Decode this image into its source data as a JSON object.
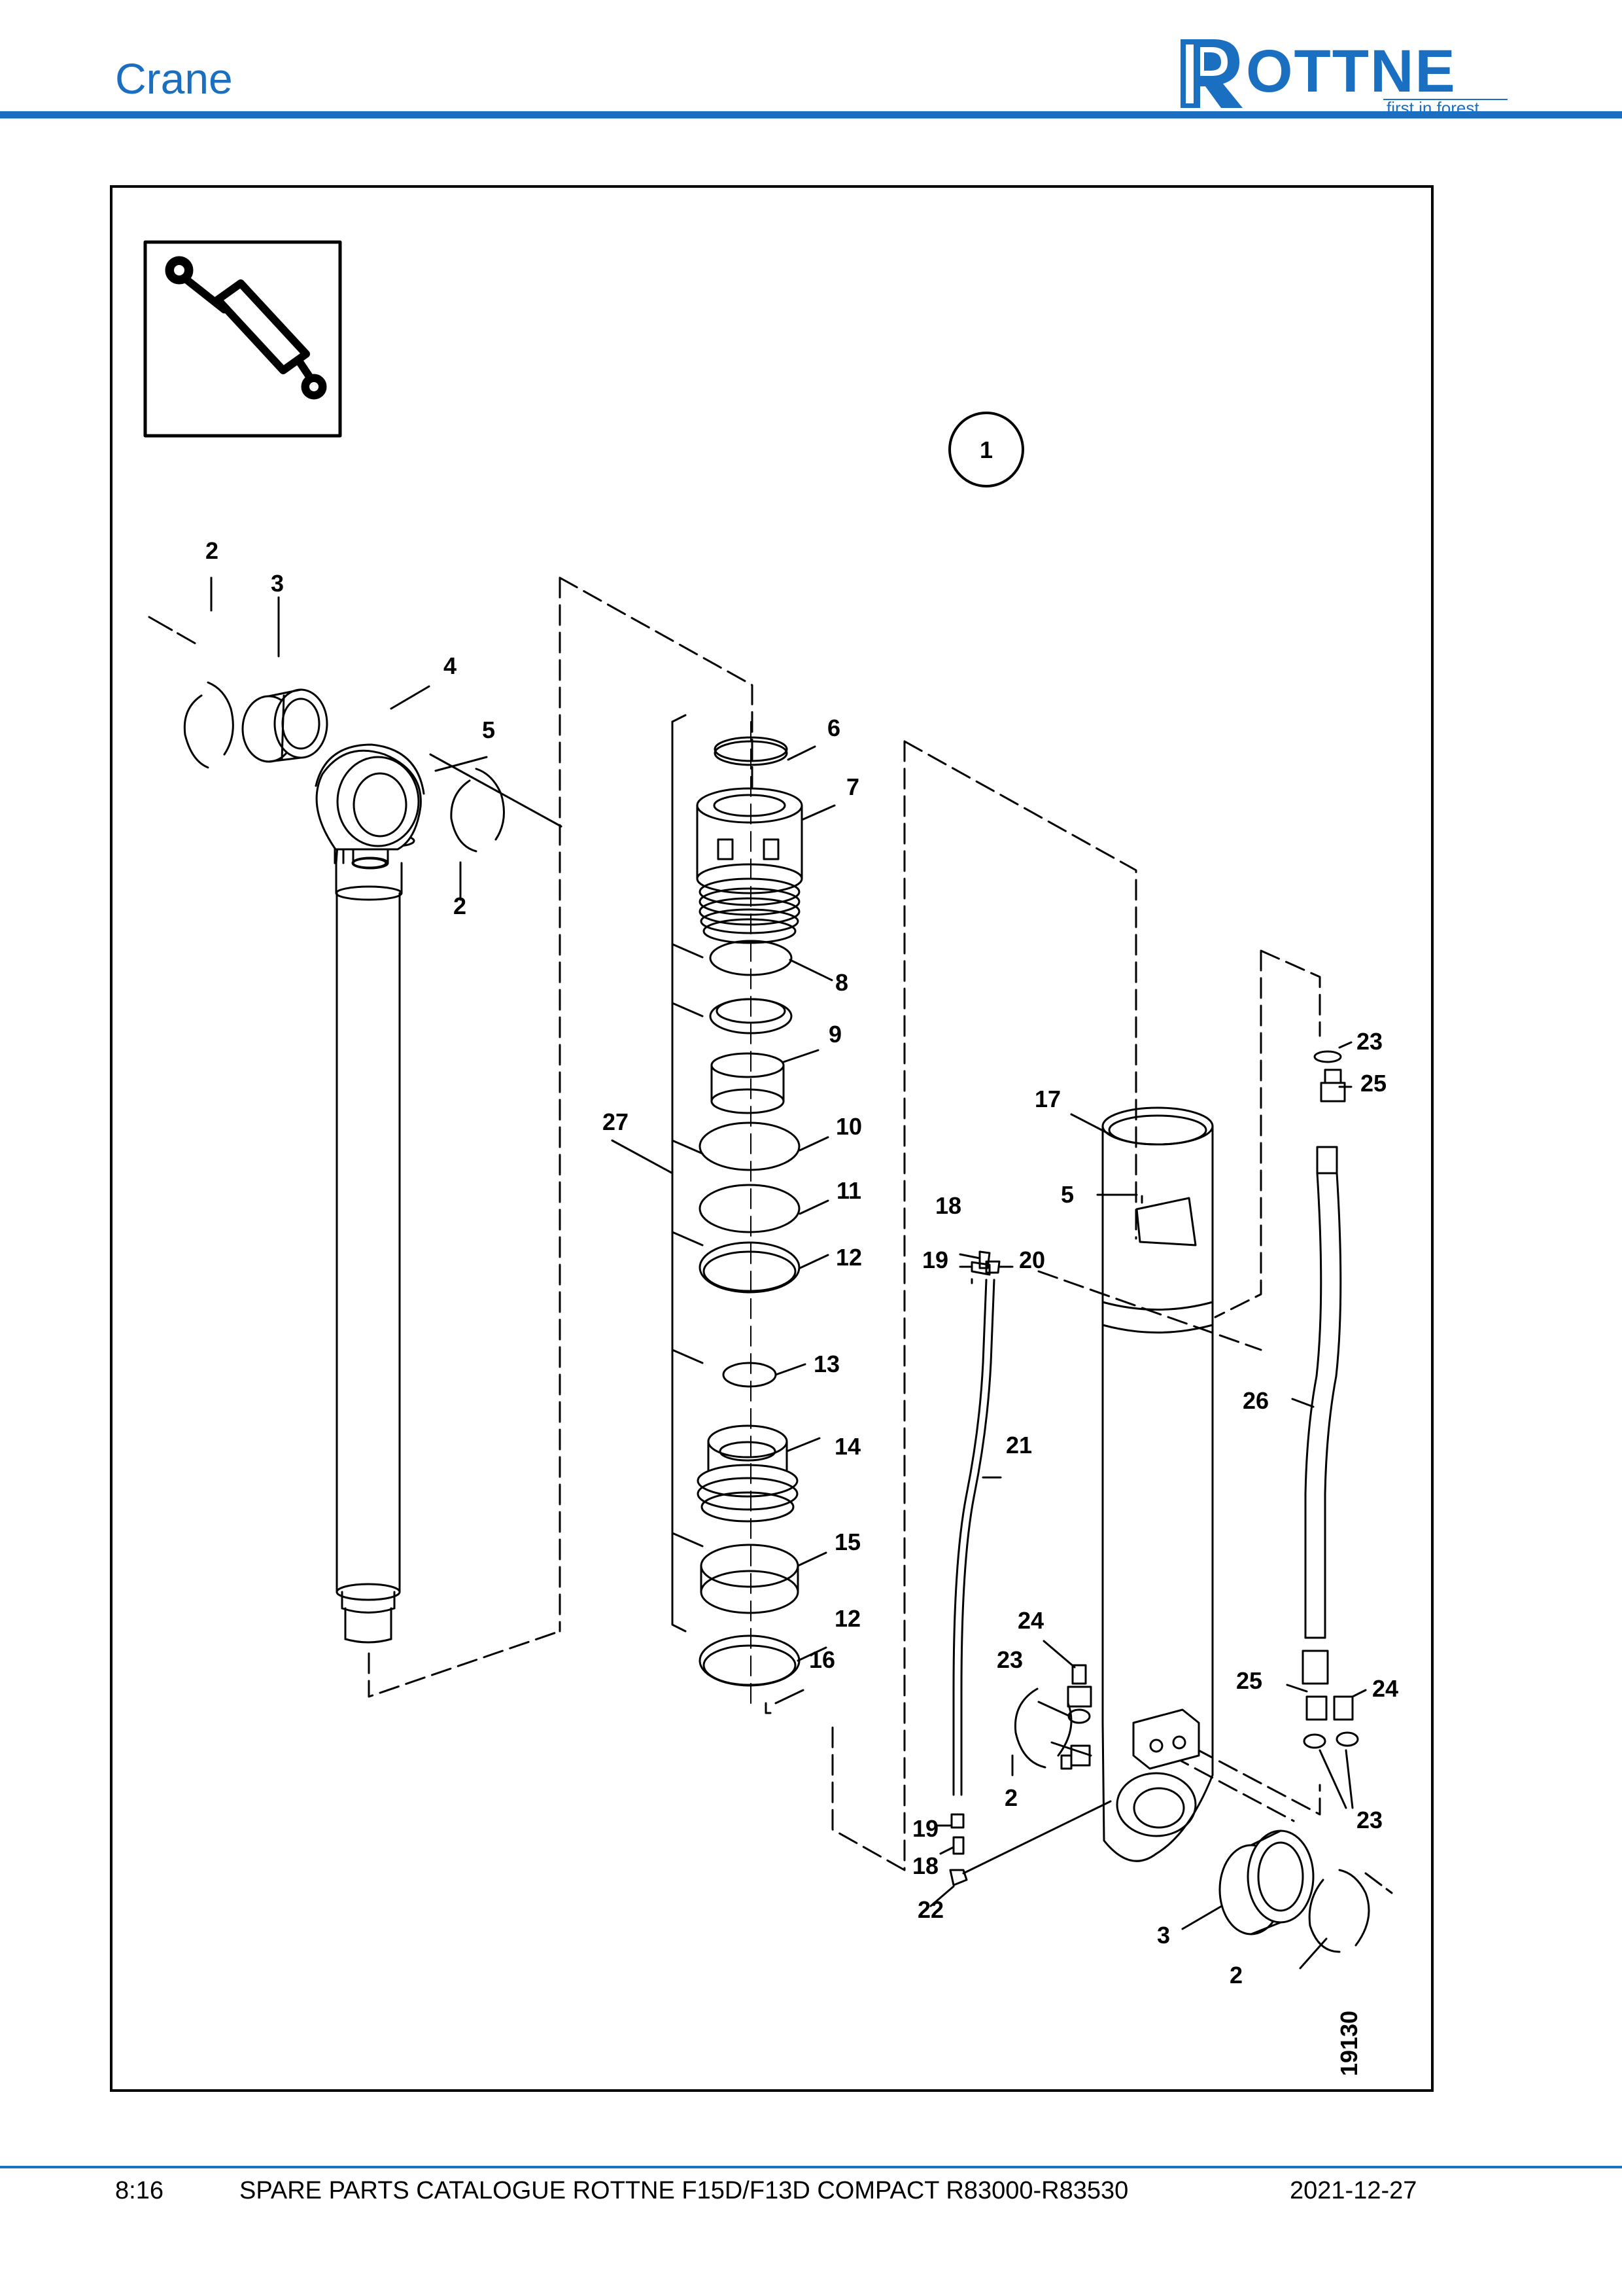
{
  "header": {
    "section_title": "Crane"
  },
  "logo": {
    "brand": "ROTTNE",
    "tagline": "first in forest",
    "color": "#1b6fc1"
  },
  "drawing": {
    "view_number": "1",
    "drawing_number": "19130",
    "icon": "hydraulic-cylinder-icon",
    "callouts": {
      "c2a": "2",
      "c3a": "3",
      "c4": "4",
      "c5a": "5",
      "c2b": "2",
      "c6": "6",
      "c7": "7",
      "c8": "8",
      "c9": "9",
      "c10": "10",
      "c11": "11",
      "c12a": "12",
      "c13": "13",
      "c14": "14",
      "c15": "15",
      "c12b": "12",
      "c16": "16",
      "c27": "27",
      "c17": "17",
      "c5b": "5",
      "c18a": "18",
      "c19a": "19",
      "c20": "20",
      "c21": "21",
      "c24a": "24",
      "c23a": "23",
      "c2c": "2",
      "c19b": "19",
      "c18b": "18",
      "c22": "22",
      "c3b": "3",
      "c2d": "2",
      "c23b": "23",
      "c25a": "25",
      "c26": "26",
      "c25b": "25",
      "c24b": "24",
      "c23c": "23"
    }
  },
  "footer": {
    "page": "8:16",
    "title": "SPARE PARTS CATALOGUE ROTTNE F15D/F13D COMPACT R83000-R83530",
    "date": "2021-12-27"
  }
}
